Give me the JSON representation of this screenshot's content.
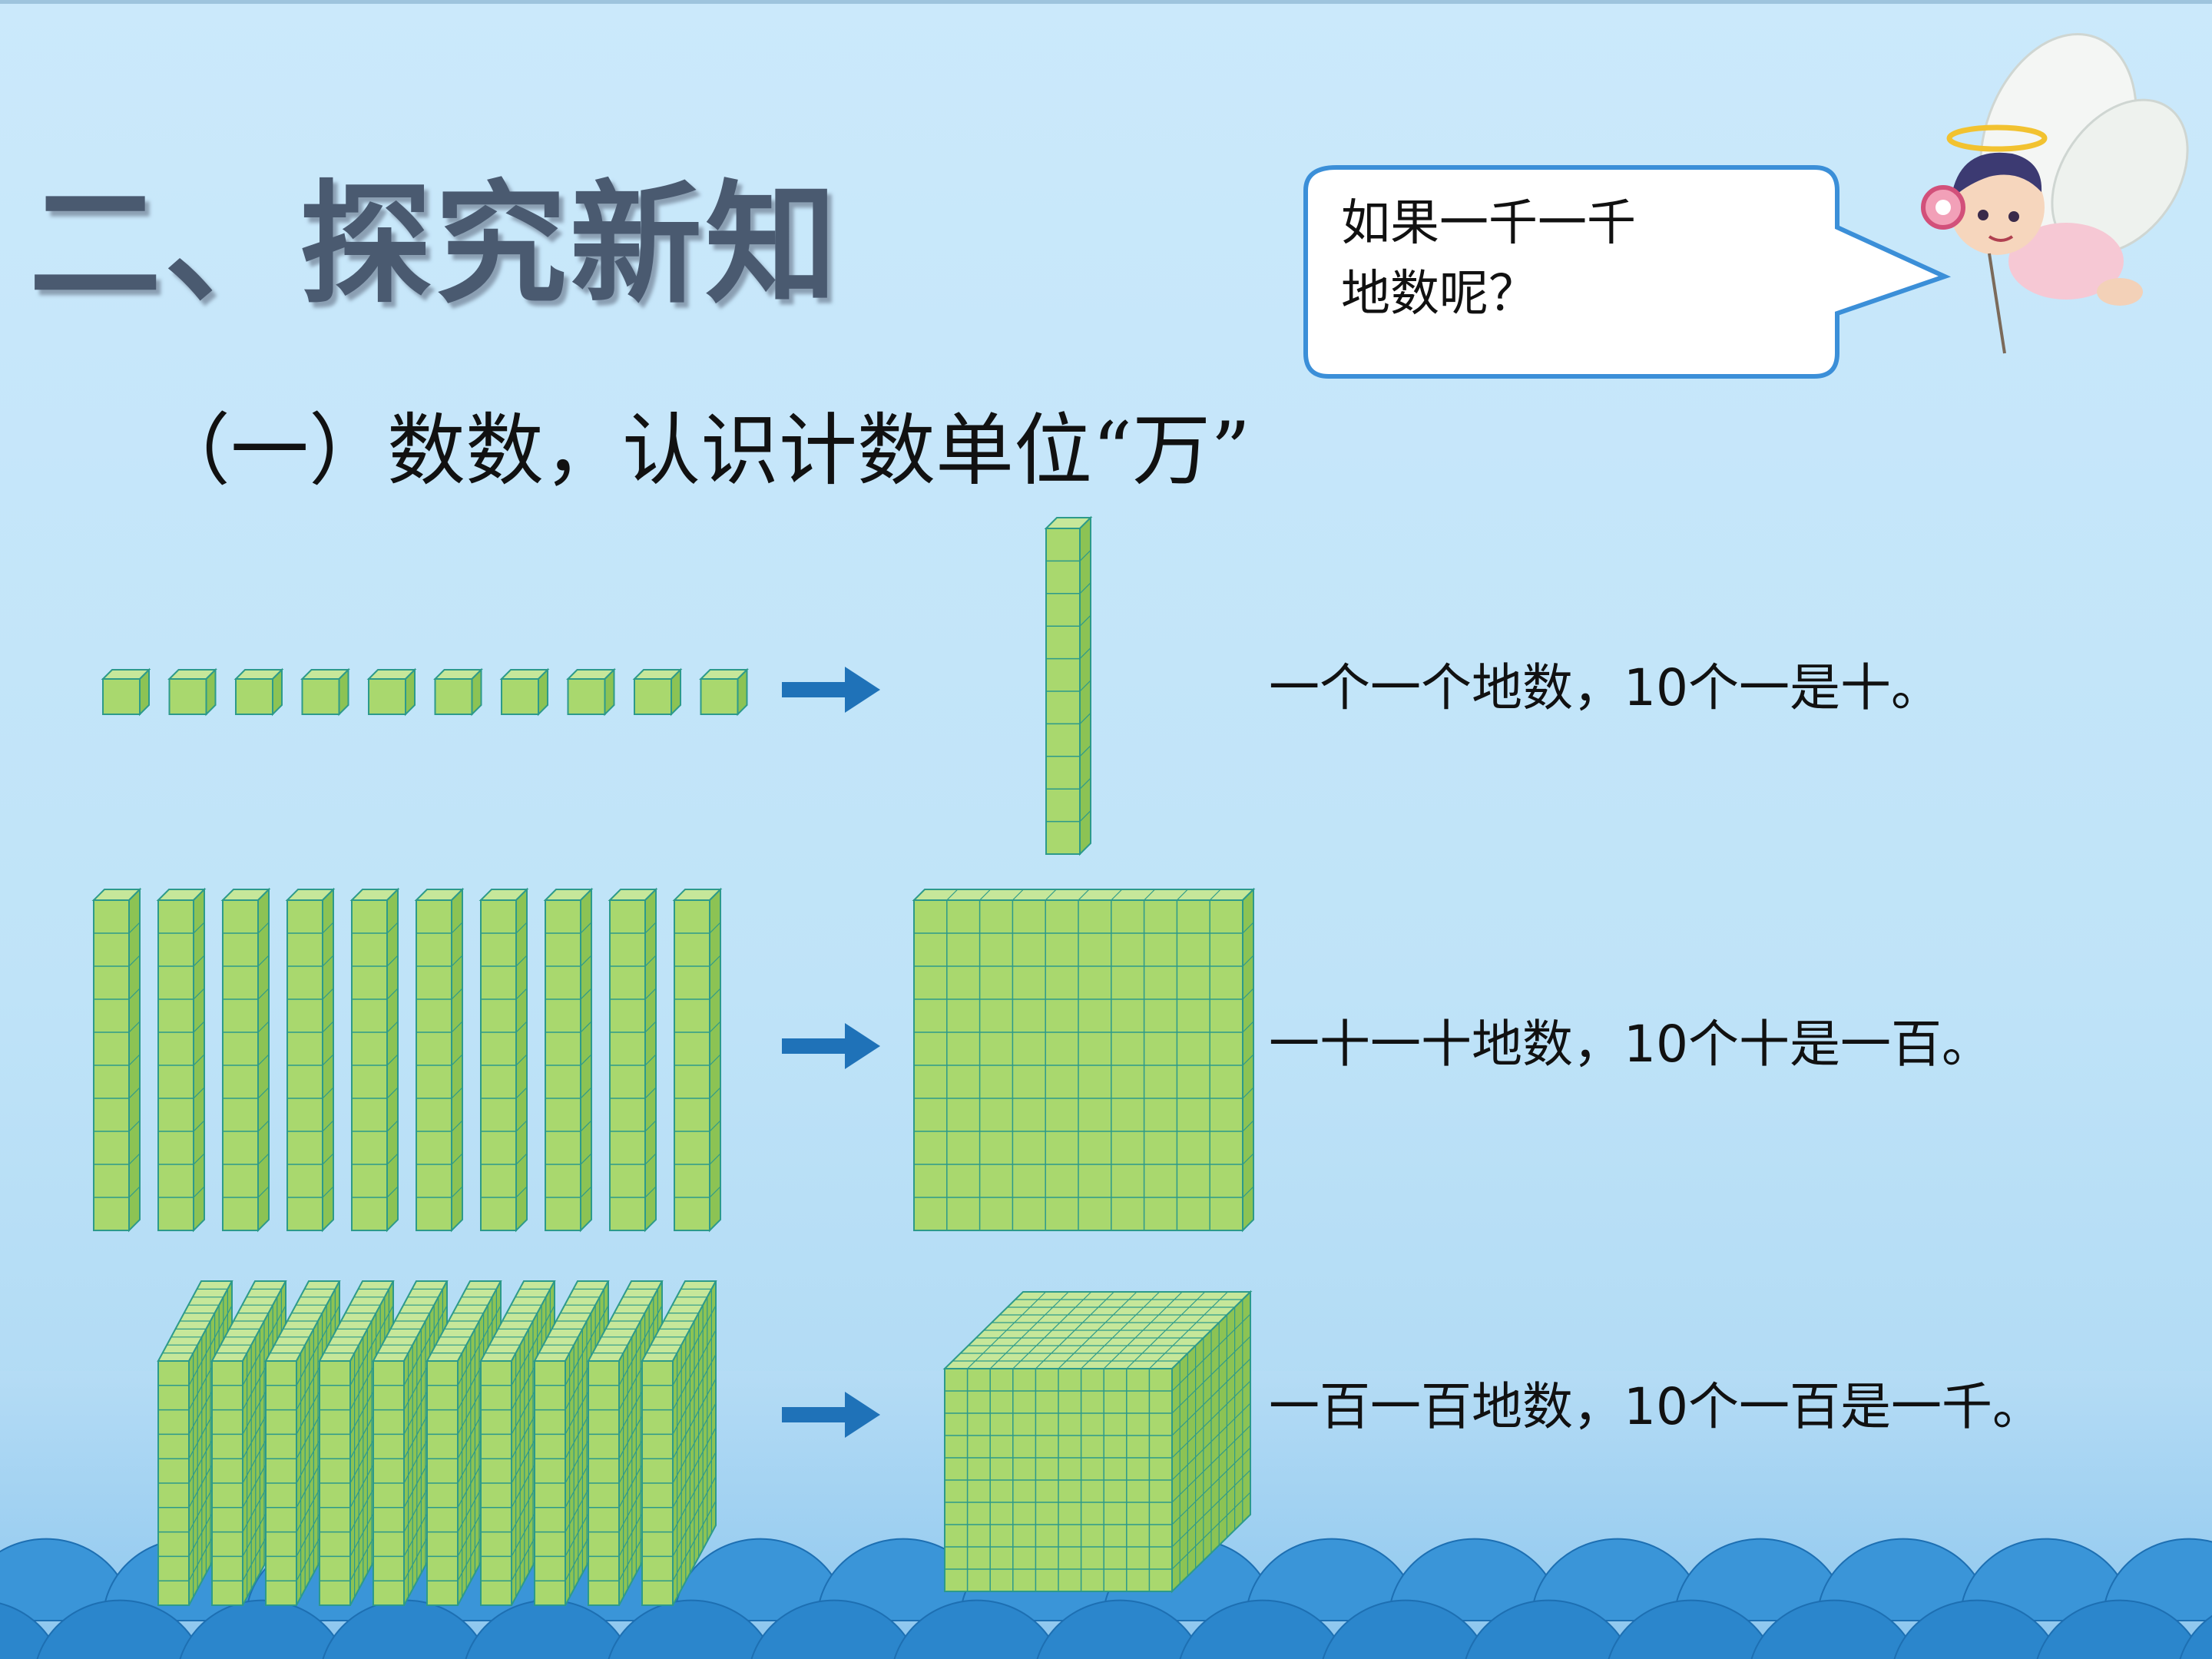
{
  "title": "二、探究新知",
  "subtitle": "（一）数数，认识计数单位“万”",
  "speech_bubble": {
    "line1": "如果一千一千",
    "line2": "地数呢？"
  },
  "rows": [
    {
      "prefix": "一个一个地数，",
      "number": "10",
      "suffix": "个一是十。"
    },
    {
      "prefix": "一十一十地数，",
      "number": "10",
      "suffix": "个十是一百。"
    },
    {
      "prefix": "一百一百地数，",
      "number": "10",
      "suffix": "个一百是一千。"
    }
  ],
  "colors": {
    "background": "#c6e6fa",
    "block_green": "#a9d86e",
    "block_line": "#2d9a8a",
    "arrow_blue": "#1f72b8",
    "wave_blue": "#2b86cc",
    "bubble_border": "#3b8fd8"
  },
  "illustration": {
    "character": "angel-fairy-with-halo",
    "blocks": [
      "unit-cube",
      "ten-rod",
      "hundred-flat",
      "thousand-cube"
    ]
  }
}
